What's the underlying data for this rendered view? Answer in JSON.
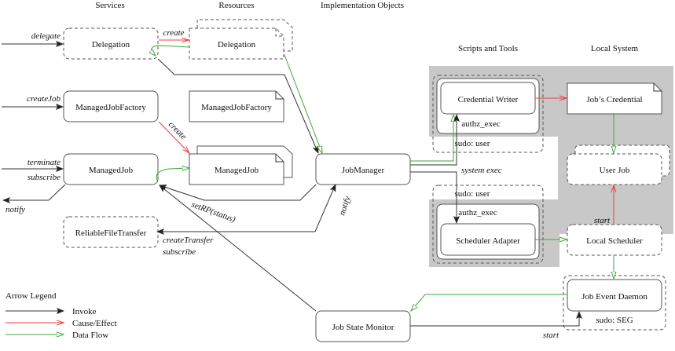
{
  "headers": {
    "services": "Services",
    "resources": "Resources",
    "implementation": "Implementation Objects",
    "scripts": "Scripts and Tools",
    "local": "Local System"
  },
  "nodes": {
    "delegation_service": "Delegation",
    "delegation_resource": "Delegation",
    "mjf_service": "ManagedJobFactory",
    "mjf_resource": "ManagedJobFactory",
    "mj_service": "ManagedJob",
    "mj_resource": "ManagedJob",
    "rft_service": "ReliableFileTransfer",
    "job_manager": "JobManager",
    "credential_writer": "Credential Writer",
    "scheduler_adapter": "Scheduler Adapter",
    "jobs_credential": "Job’s Credential",
    "user_job": "User Job",
    "local_scheduler": "Local Scheduler",
    "job_event_daemon": "Job Event Daemon",
    "job_state_monitor": "Job State Monitor"
  },
  "containers": {
    "authz_exec_top": "authz_exec",
    "sudo_user_top": "sudo: user",
    "authz_exec_bottom": "authz_exec",
    "sudo_user_bottom": "sudo: user",
    "sudo_seg": "sudo: SEG"
  },
  "edge_labels": {
    "delegate": "delegate",
    "create_delegation": "create",
    "createJob": "createJob",
    "create_mj": "create",
    "terminate": "terminate",
    "subscribe": "subscribe",
    "notify_out": "notify",
    "setRP": "setRP(status)",
    "notify_jm": "notify",
    "createTransfer": "createTransfer",
    "subscribe_rft": "subscribe",
    "system_exec": "system exec",
    "start_user_job": "start",
    "start_seg": "start"
  },
  "legend": {
    "title": "Arrow Legend",
    "items": [
      {
        "label": "Invoke",
        "color": "#333333",
        "head": "filled"
      },
      {
        "label": "Cause/Effect",
        "color": "#f04040",
        "head": "open-v"
      },
      {
        "label": "Data Flow",
        "color": "#3aaa3a",
        "head": "hollow-triangle"
      }
    ]
  },
  "colors": {
    "invoke": "#333333",
    "cause": "#f04040",
    "flow": "#3aaa3a",
    "region": "#c8c8c8"
  }
}
